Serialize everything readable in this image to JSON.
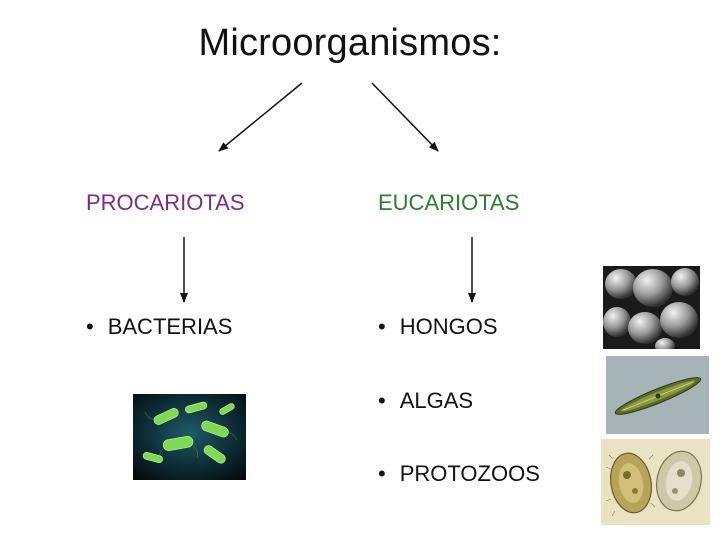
{
  "title": "Microorganismos:",
  "branches": {
    "procariotas": {
      "label": "PROCARIOTAS",
      "color": "#7a2d86",
      "items": [
        "BACTERIAS"
      ]
    },
    "eucariotas": {
      "label": "EUCARIOTAS",
      "color": "#2e7d2e",
      "items": [
        "HONGOS",
        "ALGAS",
        "PROTOZOOS"
      ]
    }
  },
  "bullet_char": "•",
  "images": {
    "bacteria": "bacteria-micrograph",
    "fungi": "yeast-cells-micrograph",
    "algae": "diatom-micrograph",
    "protozoa": "protozoa-micrograph"
  }
}
